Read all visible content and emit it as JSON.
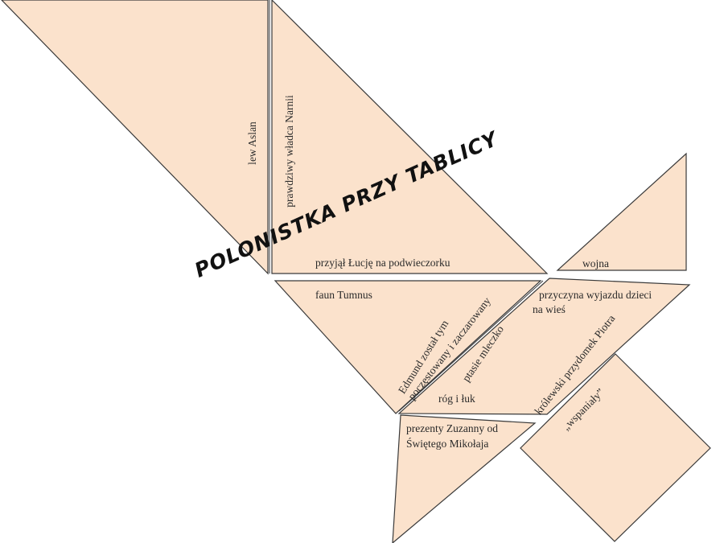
{
  "title": "POLONISTKA PRZY TABLICY",
  "colors": {
    "piece_fill": "#fbe2cc",
    "piece_stroke": "#3a3a3a"
  },
  "labels": {
    "lew_aslan": "lew Aslan",
    "prawdziwy_wladca": "prawdziwy władca Narnii",
    "przyjal_lucje": "przyjął Łucję na podwieczorku",
    "wojna": "wojna",
    "faun_tumnus": "faun Tumnus",
    "przyczyna_line1": "przyczyna wyjazdu dzieci",
    "przyczyna_line2": "na wieś",
    "edmund_line1": "Edmund został tym",
    "edmund_line2": "poczęstowany i zaczarowany",
    "ptasie_mleczko": "ptasie mleczko",
    "rog_i_luk": "róg i łuk",
    "krolewski_przydomek": "królewski przydomek Piotra",
    "wspanialy": "„wspaniały”",
    "prezenty_line1": "prezenty Zuzanny od",
    "prezenty_line2": "Świętego Mikołaja"
  }
}
